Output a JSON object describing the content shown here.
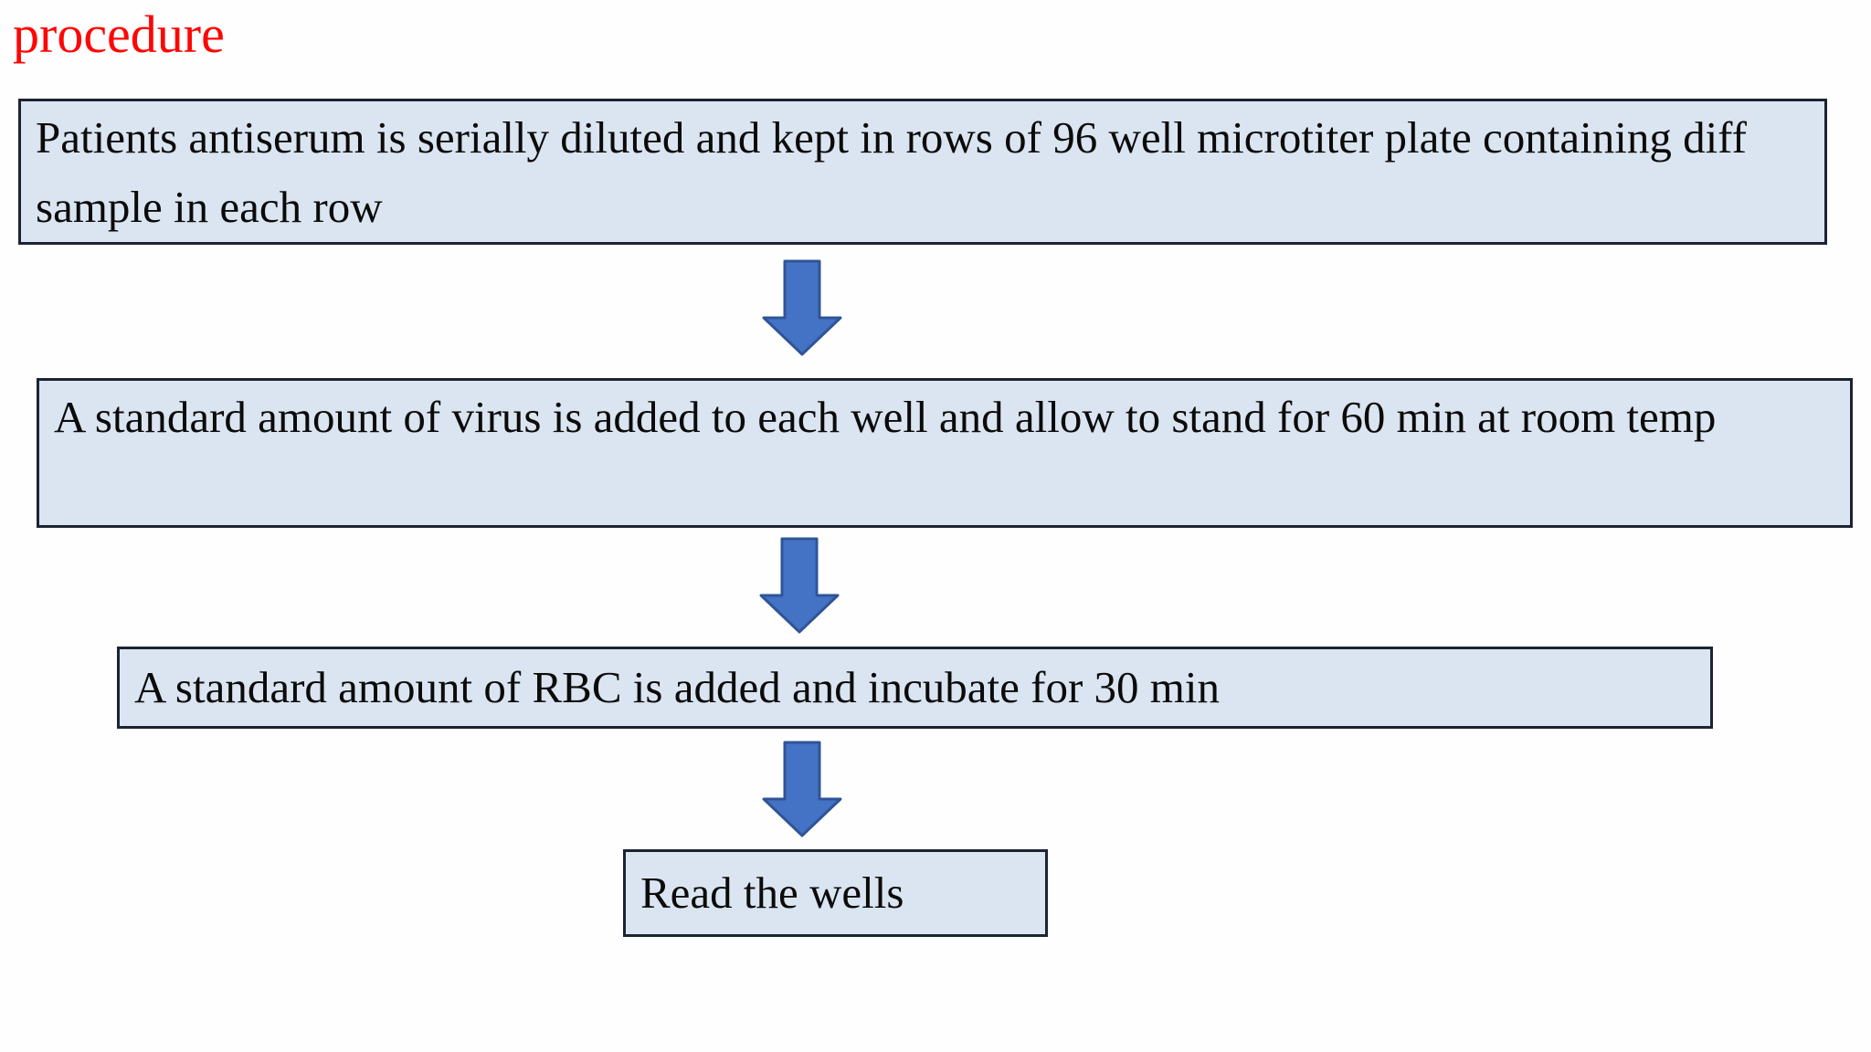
{
  "slide": {
    "title": "procedure",
    "colors": {
      "title": "#fe0606",
      "box_fill": "#dbe5f1",
      "box_border": "#1c2333",
      "arrow_fill": "#4472c4",
      "arrow_border": "#2f5597",
      "background": "#fefefe",
      "text": "#0b0b0b"
    },
    "steps": [
      {
        "label": "Patients antiserum is serially diluted and kept in rows of 96 well microtiter plate containing diff sample in each row"
      },
      {
        "label": "A standard amount of virus is added to each well and allow to stand for 60 min at room temp"
      },
      {
        "label": "A standard amount of RBC is added and incubate for 30 min"
      },
      {
        "label": "Read the wells"
      }
    ],
    "arrow_icon": "down-block-arrow"
  }
}
